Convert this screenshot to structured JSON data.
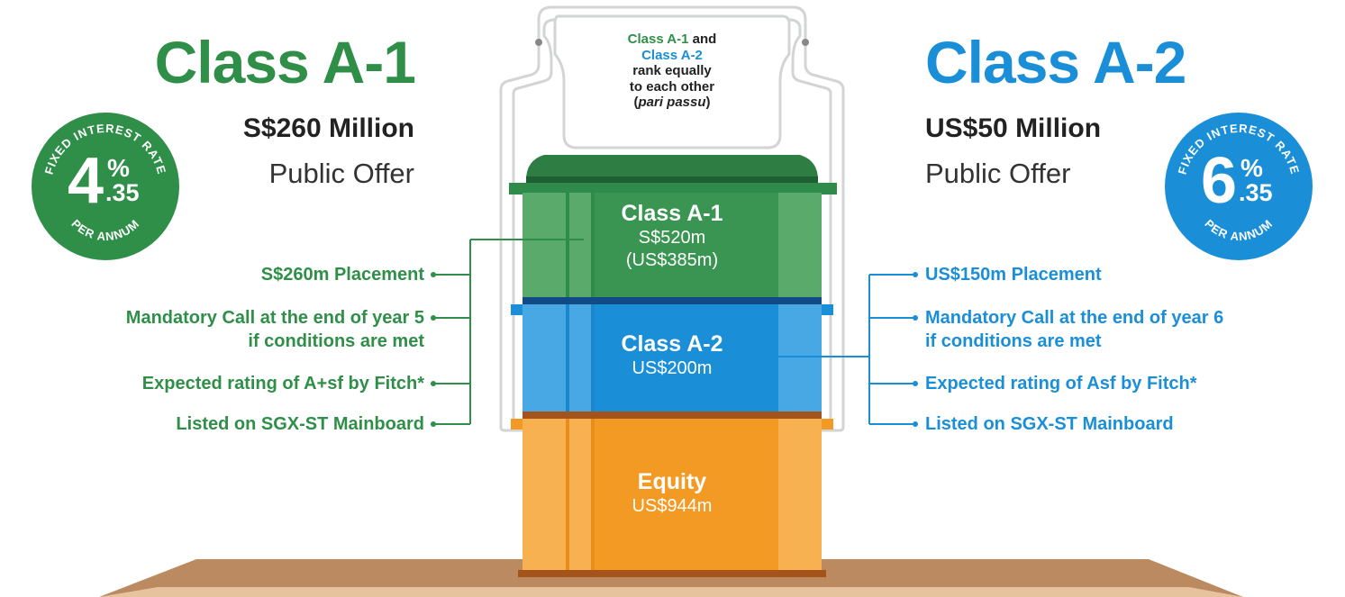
{
  "left": {
    "title": "Class A-1",
    "amount": "S$260 Million",
    "offer": "Public Offer",
    "badge": {
      "top_text": "FIXED INTEREST RATE",
      "bottom_text": "PER ANNUM",
      "big": "4",
      "pct": "%",
      "dec": ".35"
    },
    "features": [
      "S$260m Placement",
      "Mandatory Call at the end of year 5",
      "if conditions are met",
      "Expected rating of A+sf by Fitch*",
      "Listed on SGX-ST Mainboard"
    ]
  },
  "right": {
    "title": "Class A-2",
    "amount": "US$50 Million",
    "offer": "Public Offer",
    "badge": {
      "top_text": "FIXED INTEREST RATE",
      "bottom_text": "PER ANNUM",
      "big": "6",
      "pct": "%",
      "dec": ".35"
    },
    "features": [
      "US$150m Placement",
      "Mandatory Call at the end of year 6",
      "if conditions are met",
      "Expected rating of Asf by Fitch*",
      "Listed on SGX-ST Mainboard"
    ]
  },
  "stack": {
    "a1": {
      "title": "Class A-1",
      "value": "S$520m",
      "value2": "(US$385m)"
    },
    "a2": {
      "title": "Class A-2",
      "value": "US$200m"
    },
    "equity": {
      "title": "Equity",
      "value": "US$944m"
    }
  },
  "rank_note": {
    "a1": "Class A-1",
    "and": " and",
    "a2": "Class A-2",
    "l3": "rank equally",
    "l4": "to each other",
    "l5_open": "(",
    "l5_italic": "pari passu",
    "l5_close": ")"
  },
  "colors": {
    "green": "#2f8f48",
    "blue": "#1a8fd7",
    "orange": "#f39a24",
    "table": "#b88a62"
  }
}
